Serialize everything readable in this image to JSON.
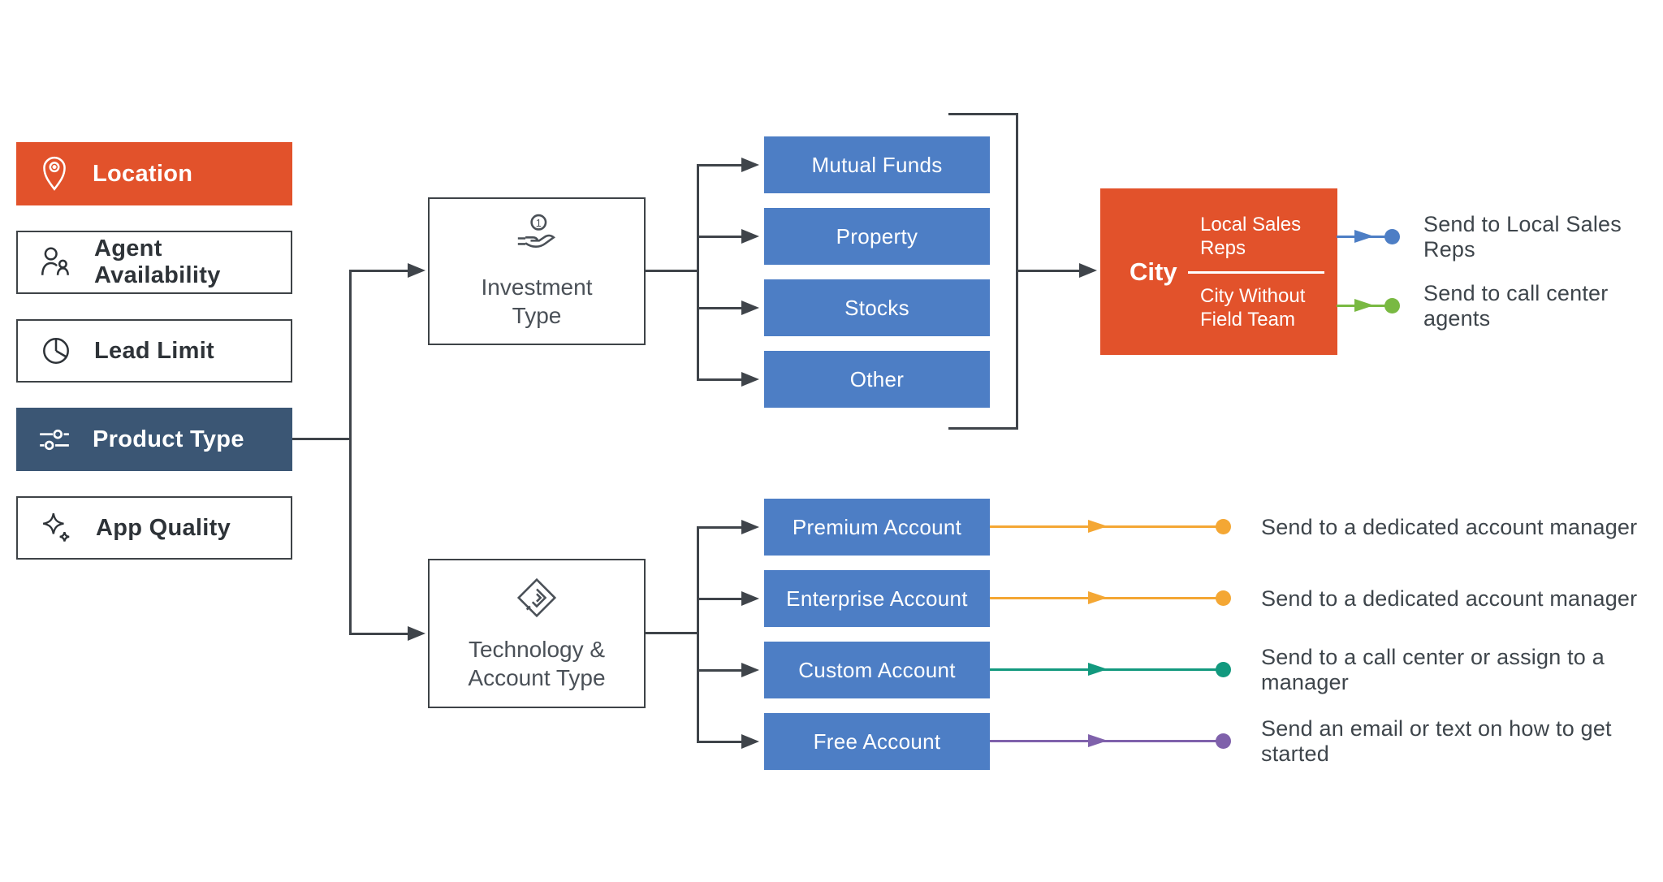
{
  "sidebar": {
    "items": [
      {
        "label": "Location",
        "icon": "location-pin",
        "variant": "orange"
      },
      {
        "label": "Agent Availability",
        "icon": "agents",
        "variant": "outline"
      },
      {
        "label": "Lead Limit",
        "icon": "pie-chart",
        "variant": "outline"
      },
      {
        "label": "Product Type",
        "icon": "sliders",
        "variant": "navy"
      },
      {
        "label": "App Quality",
        "icon": "sparkles",
        "variant": "outline"
      }
    ]
  },
  "branches": [
    {
      "title": "Investment Type",
      "icon": "coin-in-hand",
      "icon_badge": "1",
      "options": [
        "Mutual Funds",
        "Property",
        "Stocks",
        "Other"
      ]
    },
    {
      "title": "Technology & Account Type",
      "icon": "diamond",
      "options": [
        "Premium Account",
        "Enterprise Account",
        "Custom Account",
        "Free Account"
      ]
    }
  ],
  "city": {
    "label": "City",
    "top_option": "Local Sales Reps",
    "bottom_option": "City Without Field Team"
  },
  "outcomes": {
    "top": [
      {
        "label": "Send to Local Sales Reps",
        "color": "#4D7EC5"
      },
      {
        "label": "Send to call center agents",
        "color": "#79B942"
      }
    ],
    "bottom": [
      {
        "label": "Send to a dedicated account manager",
        "color": "#F4A734"
      },
      {
        "label": "Send to a dedicated account manager",
        "color": "#F4A734"
      },
      {
        "label": "Send to a call center or assign to a manager",
        "color": "#12997E"
      },
      {
        "label": "Send an email or text on how to get started",
        "color": "#7F61AB"
      }
    ]
  },
  "colors": {
    "orange": "#E2522B",
    "navy": "#3B5674",
    "option_blue": "#4D7EC5",
    "connector": "#3F444A",
    "yellow": "#F4A734",
    "green": "#79B942",
    "teal": "#12997E",
    "purple": "#7F61AB"
  }
}
